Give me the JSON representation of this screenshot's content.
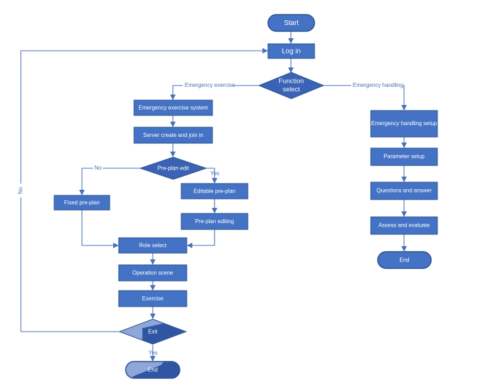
{
  "colors": {
    "node_fill": "#4472c4",
    "node_stroke": "#2f528f",
    "diamond_fill": "#3a63b5",
    "line": "#4a72b8",
    "text": "#ffffff",
    "edge_label": "#4a6fb0",
    "faded_fill": "#8ea6d8"
  },
  "nodes": {
    "start": "Start",
    "login": "Log in",
    "function_select_line1": "Function",
    "function_select_line2": "select",
    "emergency_exercise_system": "Emergency exercise system",
    "server_create_join": "Server create and join in",
    "preplan_edit": "Pre-plan edit",
    "editable_preplan": "Editable pre-plan",
    "fixed_preplan": "Fixed pre-plan",
    "preplan_editing": "Pre-plan editing",
    "role_select": "Role select",
    "operation_scene": "Operation scene",
    "exercise": "Exercise",
    "exit": "Exit",
    "end_left": "End",
    "emergency_handling_setup": "Emergency handling setup",
    "parameter_setup": "Parameter setup",
    "questions_answer": "Questions and answer",
    "assess_evaluate": "Assess and evaluate",
    "end_right": "End"
  },
  "edge_labels": {
    "emergency_exercise": "Emergency exercise",
    "emergency_handling": "Emergency handling",
    "no_preplan": "No",
    "yes_preplan": "Yes",
    "no_exit": "No",
    "yes_exit": "Yes"
  }
}
